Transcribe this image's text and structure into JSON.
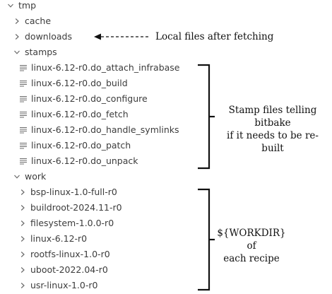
{
  "tree": {
    "root": "tmp",
    "cache": "cache",
    "downloads": "downloads",
    "stamps": "stamps",
    "stamp_files": [
      "linux-6.12-r0.do_attach_infrabase",
      "linux-6.12-r0.do_build",
      "linux-6.12-r0.do_configure",
      "linux-6.12-r0.do_fetch",
      "linux-6.12-r0.do_handle_symlinks",
      "linux-6.12-r0.do_patch",
      "linux-6.12-r0.do_unpack"
    ],
    "work": "work",
    "work_dirs": [
      "bsp-linux-1.0-full-r0",
      "buildroot-2024.11-r0",
      "filesystem-1.0.0-r0",
      "linux-6.12-r0",
      "rootfs-linux-1.0-r0",
      "uboot-2022.04-r0",
      "usr-linux-1.0-r0"
    ]
  },
  "annotations": {
    "downloads": "Local files after fetching",
    "stamps_line1": "Stamp files telling bitbake",
    "stamps_line2": "if it needs to be re-built",
    "work_line1": "${WORKDIR} of",
    "work_line2": "each recipe"
  },
  "colors": {
    "text": "#3c3c3c",
    "icon": "#6b6b6b",
    "annotation": "#111111"
  }
}
